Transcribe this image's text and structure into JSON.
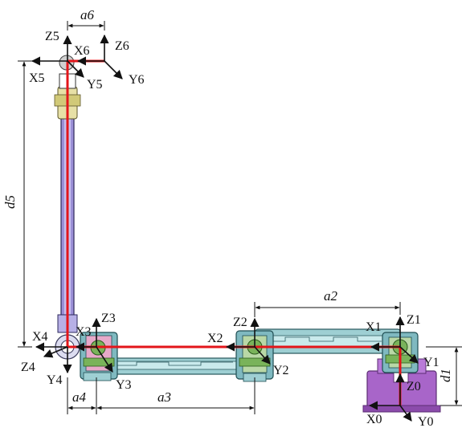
{
  "frames": {
    "f0": {
      "x": "X0",
      "y": "Y0",
      "z": "Z0"
    },
    "f1": {
      "x": "X1",
      "y": "Y1",
      "z": "Z1"
    },
    "f2": {
      "x": "X2",
      "y": "Y2",
      "z": "Z2"
    },
    "f3": {
      "x": "X3",
      "y": "Y3",
      "z": "Z3"
    },
    "f4": {
      "x": "X4",
      "y": "Y4",
      "z": "Z4"
    },
    "f5": {
      "x": "X5",
      "y": "Y5",
      "z": "Z5"
    },
    "f6": {
      "x": "X6",
      "y": "Y6",
      "z": "Z6"
    }
  },
  "dimensions": {
    "a2": "a2",
    "a3": "a3",
    "a4": "a4",
    "a6": "a6",
    "d1": "d1",
    "d5": "d5"
  },
  "colors": {
    "link_axis": "#e3151a",
    "base_body": "#a865c9",
    "arm_body": "#9ecfd3",
    "joint_housing": "#7fb9c0",
    "gear": "#79b35a",
    "vertical_link": "#9b8fd6",
    "line": "#111111"
  }
}
